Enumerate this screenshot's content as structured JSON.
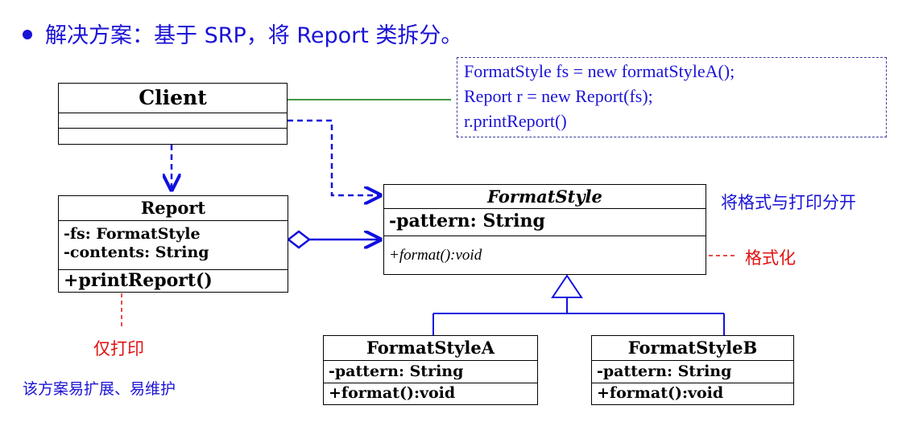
{
  "heading": "解决方案：基于 SRP，将 Report 类拆分。",
  "client": {
    "name": "Client"
  },
  "report": {
    "name": "Report",
    "attributes": [
      "-fs: FormatStyle",
      "-contents: String"
    ],
    "operations": [
      "+printReport()"
    ]
  },
  "format_style": {
    "name": "FormatStyle",
    "attributes": [
      "-pattern: String"
    ],
    "operations": [
      "+format():void"
    ]
  },
  "format_style_a": {
    "name": "FormatStyleA",
    "attributes": [
      "-pattern: String"
    ],
    "operations": [
      "+format():void"
    ]
  },
  "format_style_b": {
    "name": "FormatStyleB",
    "attributes": [
      "-pattern: String"
    ],
    "operations": [
      "+format():void"
    ]
  },
  "code_note": {
    "lines": [
      "FormatStyle fs = new formatStyleA();",
      "Report r = new Report(fs);",
      "r.printReport()"
    ]
  },
  "notes": {
    "separate": "将格式与打印分开",
    "format": "格式化",
    "print_only": "仅打印",
    "summary": "该方案易扩展、易维护"
  },
  "colors": {
    "blue_text": "#1a12d6",
    "red_text": "#e01010",
    "connector_blue": "#1010e0",
    "note_link_green": "#2a8a2a"
  }
}
